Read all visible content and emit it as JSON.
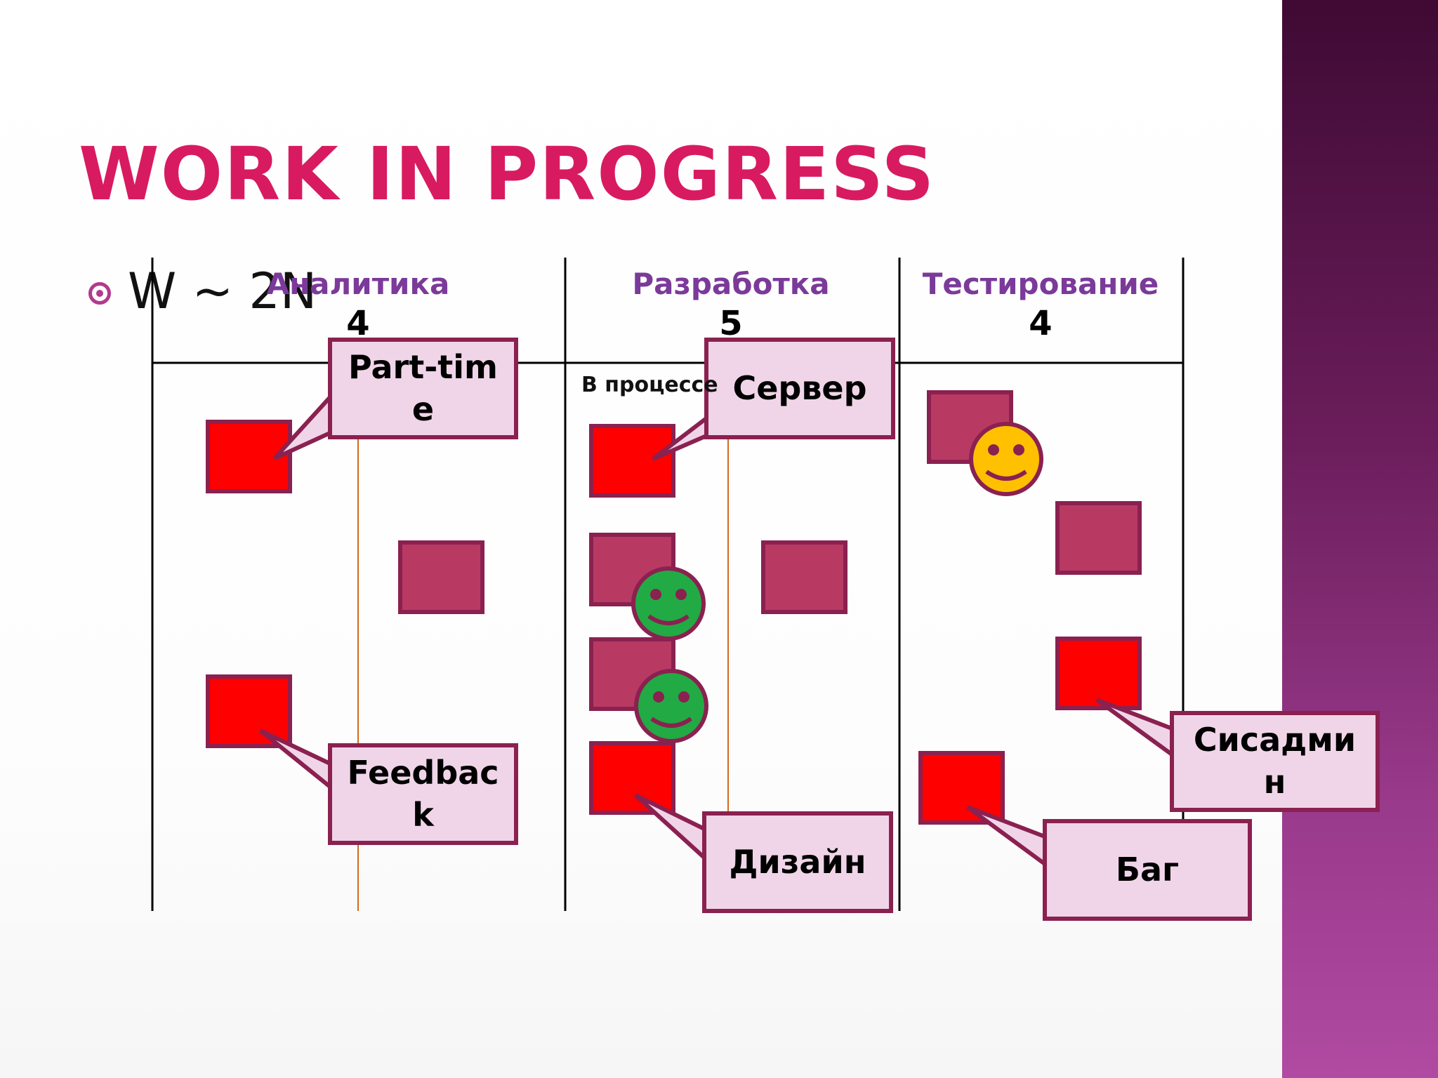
{
  "title": "WORK IN PROGRESS",
  "bullet": {
    "text": "W ~ 2N"
  },
  "columns": [
    {
      "name": "Аналитика",
      "limit": "4"
    },
    {
      "name": "Разработка",
      "limit": "5",
      "sublabel": "В процессе"
    },
    {
      "name": "Тестирование",
      "limit": "4"
    }
  ],
  "callouts": {
    "part_time": "Part-time",
    "server": "Сервер",
    "feedback": "Feedback",
    "design": "Дизайн",
    "sysadmin": "Сисадмин",
    "bug": "Баг"
  },
  "colors": {
    "title": "#d81b60",
    "urgent_card": "#ff0000",
    "normal_card": "#b83a63",
    "card_border": "#8a2150",
    "callout_fill": "#f0d5e8",
    "happy_green": "#22aa44",
    "happy_yellow": "#ffc000"
  },
  "icons": [
    "smiley-face-icon"
  ]
}
